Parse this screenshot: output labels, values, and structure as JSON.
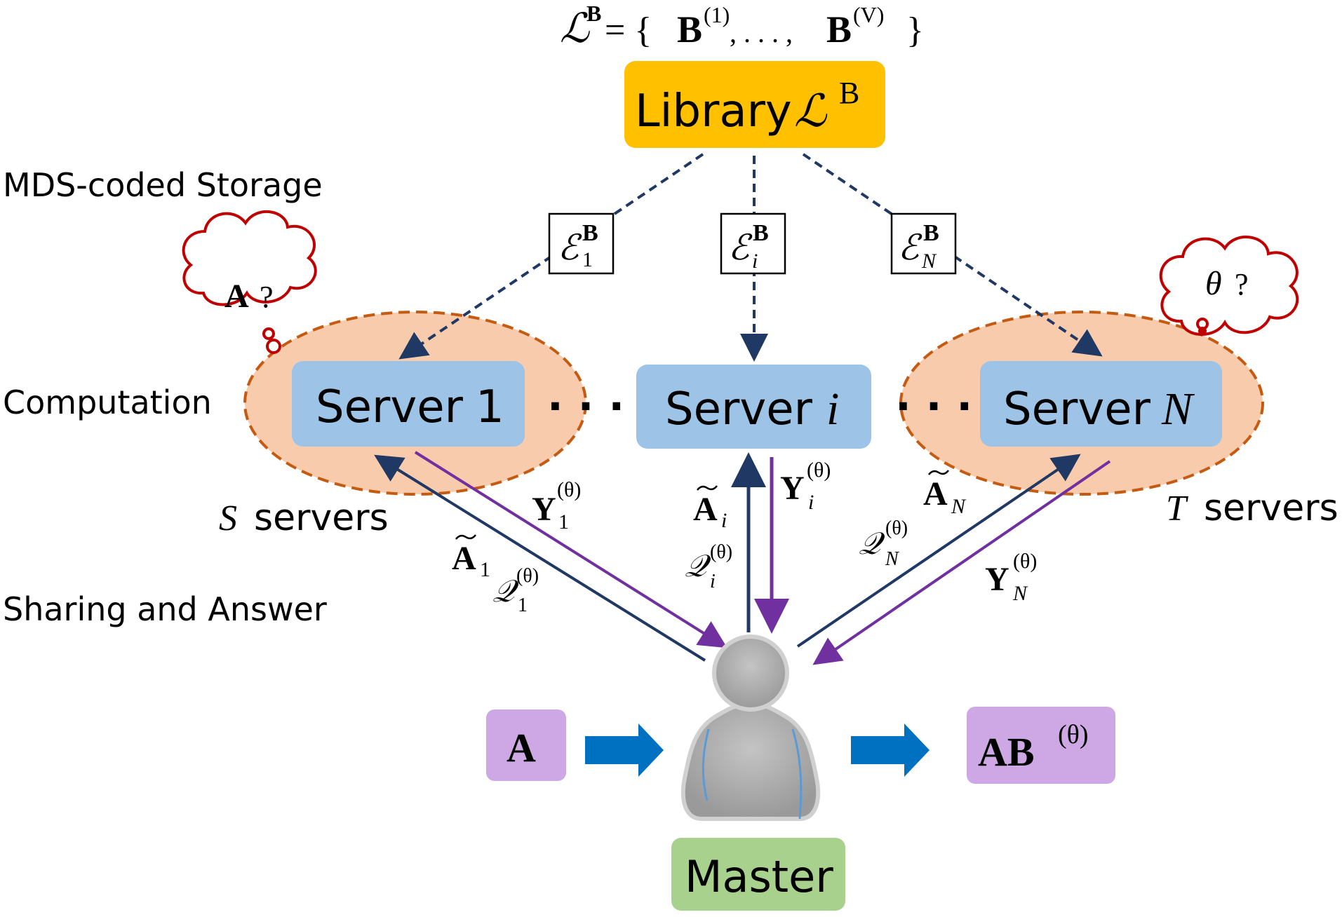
{
  "library": {
    "set_lhs": "ℒ",
    "set_lhs_sup": "B",
    "set_eq": "= {",
    "set_b1": "B",
    "set_b1_sup": "(1)",
    "set_ellipsis": ", . . . ,",
    "set_bv": "B",
    "set_bv_sup": "(V)",
    "set_close": "}",
    "label": "Library",
    "label_script": "ℒ",
    "label_sup": "B",
    "color": "#FFC000"
  },
  "sections": {
    "storage": "MDS-coded Storage",
    "computation": "Computation",
    "sharing": "Sharing and Answer"
  },
  "encodings": [
    {
      "script": "ℰ",
      "sub": "1",
      "sup": "B"
    },
    {
      "script": "ℰ",
      "sub": "i",
      "sup": "B"
    },
    {
      "script": "ℰ",
      "sub": "N",
      "sup": "B"
    }
  ],
  "servers": [
    {
      "label": "Server",
      "index": "1"
    },
    {
      "label": "Server",
      "index": "i"
    },
    {
      "label": "Server",
      "index": "N"
    }
  ],
  "server_color": "#9DC3E6",
  "group_color": "#F8CBAD",
  "dots": "· · ·",
  "groups": {
    "s_var": "S",
    "s_text": "servers",
    "t_var": "T",
    "t_text": "servers"
  },
  "thoughts": {
    "left_bold": "A",
    "left_q": "?",
    "right_var": "θ",
    "right_q": "?"
  },
  "links": [
    {
      "a": "A",
      "a_sub": "1",
      "q": "𝒬",
      "q_sub": "1",
      "q_sup": "(θ)",
      "y": "Y",
      "y_sub": "1",
      "y_sup": "(θ)"
    },
    {
      "a": "A",
      "a_sub": "i",
      "q": "𝒬",
      "q_sub": "i",
      "q_sup": "(θ)",
      "y": "Y",
      "y_sub": "i",
      "y_sup": "(θ)"
    },
    {
      "a": "A",
      "a_sub": "N",
      "q": "𝒬",
      "q_sub": "N",
      "q_sup": "(θ)",
      "y": "Y",
      "y_sub": "N",
      "y_sup": "(θ)"
    }
  ],
  "master": {
    "label": "Master",
    "input": "A",
    "output": "AB",
    "output_sup": "(θ)",
    "color": "#A9D18E",
    "box_color": "#CDA8E4"
  }
}
